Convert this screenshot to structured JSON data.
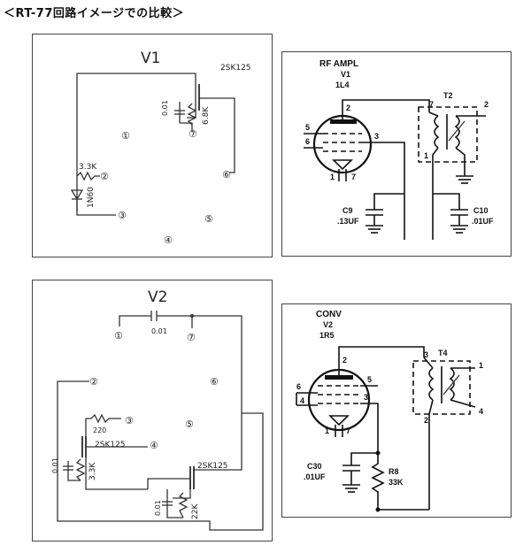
{
  "title": "＜RT-77回路イメージでの比較＞",
  "v1_panel": {
    "label": "V1",
    "fet": "2SK125",
    "cap": "0.01",
    "res_src": "6.8K",
    "res_in": "3.3K",
    "diode": "1N60",
    "pins": [
      "①",
      "②",
      "③",
      "④",
      "⑤",
      "⑥",
      "⑦"
    ]
  },
  "rf_ampl": {
    "title": "RF AMPL",
    "tube": "V1",
    "tube_type": "1L4",
    "transformer": "T2",
    "c9": "C9",
    "c9_val": ".13UF",
    "c10": "C10",
    "c10_val": ".01UF",
    "pins": [
      "2",
      "3",
      "5",
      "6",
      "1",
      "7",
      "7",
      "2",
      "1"
    ]
  },
  "v2_panel": {
    "label": "V2",
    "cap": "0.01",
    "res_220": "220",
    "fet_a": "2SK125",
    "fet_b": "2SK125",
    "cap_a": "0.01",
    "res_a": "3.3K",
    "cap_b": "0.01",
    "res_b": "22K",
    "pins": [
      "①",
      "②",
      "③",
      "④",
      "⑤",
      "⑥",
      "⑦"
    ]
  },
  "conv": {
    "title": "CONV",
    "tube": "V2",
    "tube_type": "1R5",
    "transformer": "T4",
    "c30": "C30",
    "c30_val": ".01UF",
    "r8": "R8",
    "r8_val": "33K",
    "pins": [
      "2",
      "5",
      "3",
      "6",
      "4",
      "1",
      "7",
      "3",
      "1",
      "2",
      "4"
    ]
  }
}
